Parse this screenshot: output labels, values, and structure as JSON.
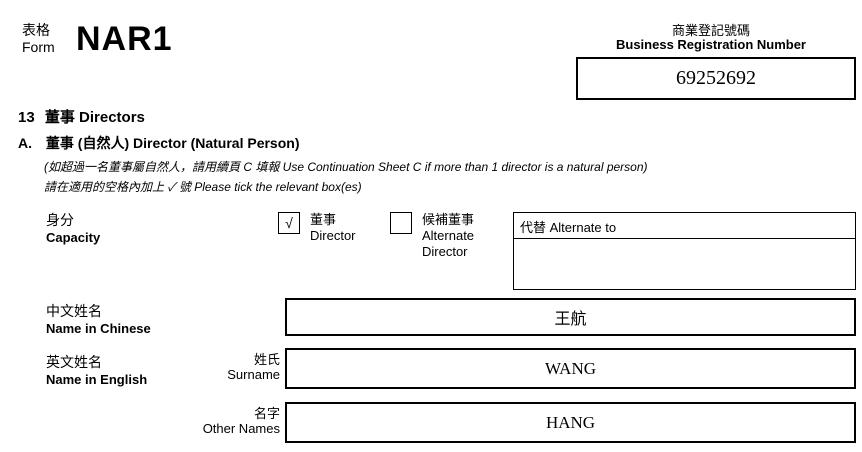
{
  "header": {
    "form_label_zh": "表格",
    "form_label_en": "Form",
    "form_code": "NAR1",
    "brn_label_zh": "商業登記號碼",
    "brn_label_en": "Business Registration Number",
    "brn_value": "69252692"
  },
  "section": {
    "number": "13",
    "title": "董事 Directors",
    "subsection_letter": "A.",
    "subsection_title": "董事 (自然人) Director (Natural Person)",
    "note_continuation": "(如超過一名董事屬自然人，請用續頁 C 填報   Use Continuation Sheet C if more than 1 director is a natural person)",
    "note_tick": "請在適用的空格內加上 ✓ 號   Please tick the relevant box(es)"
  },
  "capacity": {
    "label_zh": "身分",
    "label_en": "Capacity",
    "director_check": "√",
    "director_zh": "董事",
    "director_en": "Director",
    "alternate_zh": "候補董事",
    "alternate_en_line1": "Alternate",
    "alternate_en_line2": "Director",
    "alternate_to_label": "代替  Alternate to",
    "alternate_to_value": ""
  },
  "name_chinese": {
    "label_zh": "中文姓名",
    "label_en": "Name in Chinese",
    "value": "王航"
  },
  "name_english": {
    "label_zh": "英文姓名",
    "label_en": "Name in English",
    "surname_label_zh": "姓氏",
    "surname_label_en": "Surname",
    "surname_value": "WANG",
    "other_label_zh": "名字",
    "other_label_en": "Other Names",
    "other_value": "HANG"
  }
}
